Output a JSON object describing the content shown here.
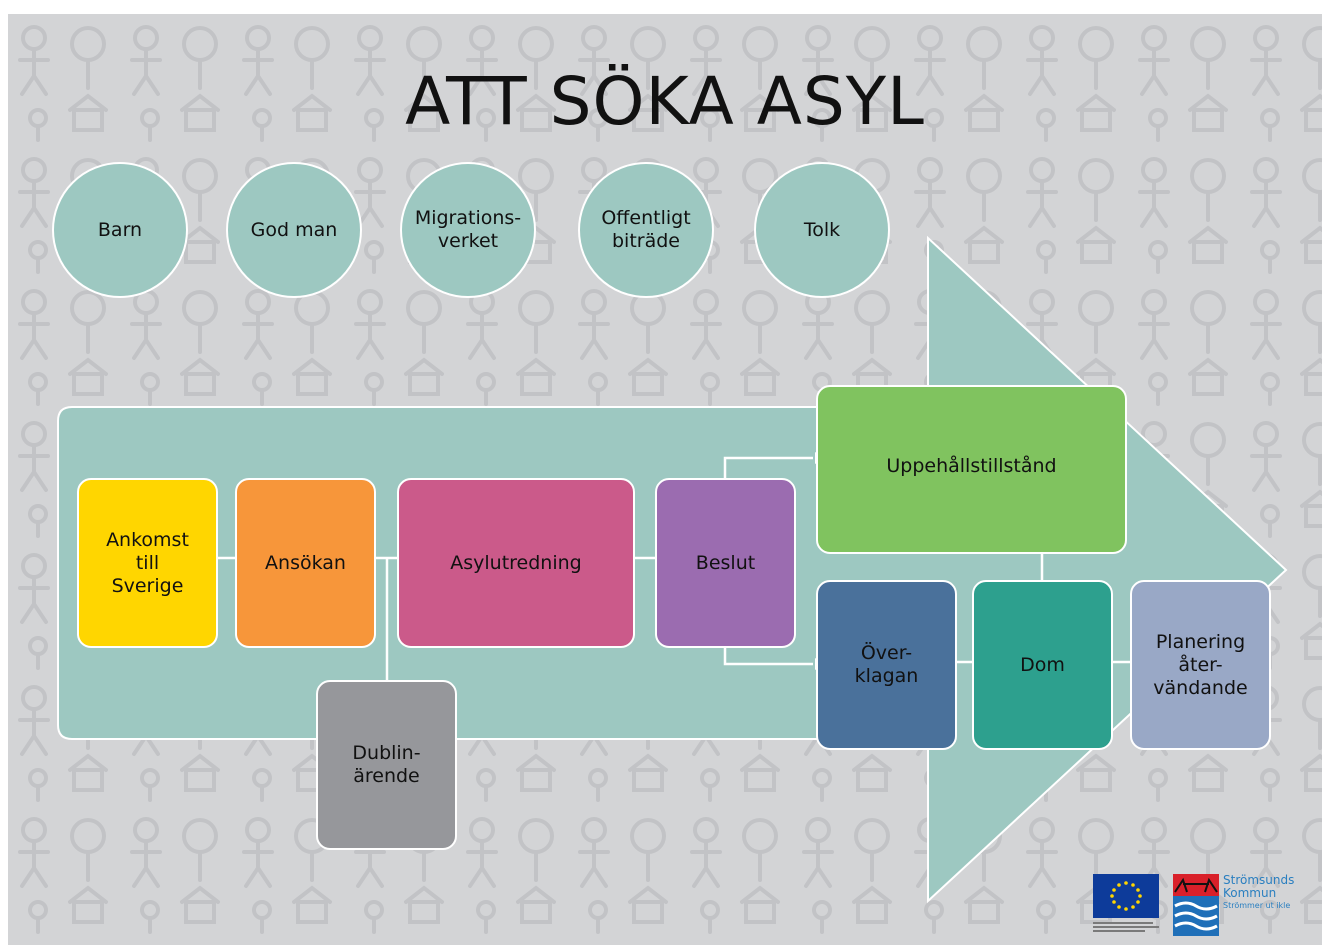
{
  "title": "ATT SÖKA ASYL",
  "actors": [
    "Barn",
    "God man",
    "Migrations-\nverket",
    "Offentligt\nbiträde",
    "Tolk"
  ],
  "steps": {
    "ankomst": "Ankomst\ntill\nSverige",
    "ansokan": "Ansökan",
    "asylutredning": "Asylutredning",
    "beslut": "Beslut",
    "uppehallstillstand": "Uppehållstillstånd",
    "overklagan": "Över-\nklagan",
    "dom": "Dom",
    "planering": "Planering\nåter-\nvändande",
    "dublin": "Dublin-\närende"
  },
  "colors": {
    "background": "#d3d4d6",
    "teal": "#9dc8c1",
    "ankomst": "#ffd600",
    "ansokan": "#f7963a",
    "asylutredning": "#cb5a8a",
    "beslut": "#9b6cb0",
    "uppehallstillstand": "#80c35f",
    "overklagan": "#4a719b",
    "dom": "#2da08e",
    "planering": "#99a8c6",
    "dublin": "#96979b"
  },
  "logos": {
    "kommun_name": "Strömsunds\nKommun",
    "kommun_tagline": "Strömmer ut ikle"
  }
}
